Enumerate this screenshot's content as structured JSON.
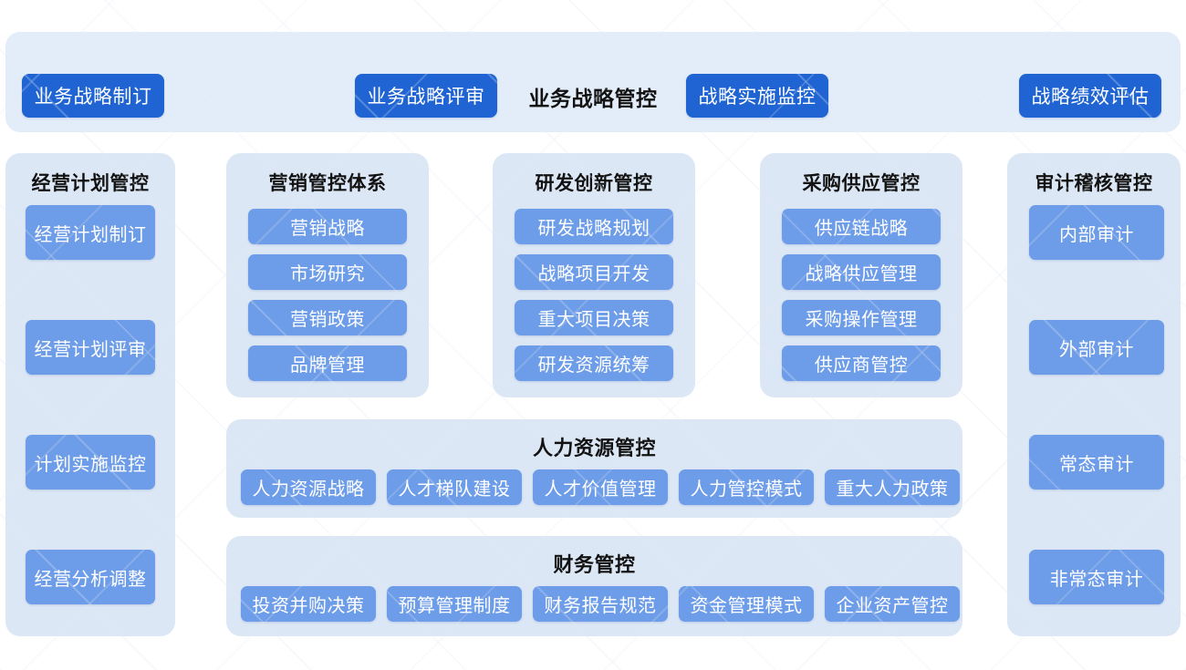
{
  "diagram": {
    "type": "hierarchy-matrix",
    "banner": {
      "title": "业务战略管控",
      "items": [
        {
          "label": "业务战略制订"
        },
        {
          "label": "业务战略评审"
        },
        {
          "label": "战略实施监控"
        },
        {
          "label": "战略绩效评估"
        }
      ]
    },
    "columns": [
      {
        "id": "plan",
        "title": "经营计划管控",
        "items": [
          {
            "label": "经营计划制订"
          },
          {
            "label": "经营计划评审"
          },
          {
            "label": "计划实施监控"
          },
          {
            "label": "经营分析调整"
          }
        ]
      },
      {
        "id": "marketing",
        "title": "营销管控体系",
        "items": [
          {
            "label": "营销战略"
          },
          {
            "label": "市场研究"
          },
          {
            "label": "营销政策"
          },
          {
            "label": "品牌管理"
          }
        ]
      },
      {
        "id": "rd",
        "title": "研发创新管控",
        "items": [
          {
            "label": "研发战略规划"
          },
          {
            "label": "战略项目开发"
          },
          {
            "label": "重大项目决策"
          },
          {
            "label": "研发资源统筹"
          }
        ]
      },
      {
        "id": "procurement",
        "title": "采购供应管控",
        "items": [
          {
            "label": "供应链战略"
          },
          {
            "label": "战略供应管理"
          },
          {
            "label": "采购操作管理"
          },
          {
            "label": "供应商管控"
          }
        ]
      },
      {
        "id": "audit",
        "title": "审计稽核管控",
        "items": [
          {
            "label": "内部审计"
          },
          {
            "label": "外部审计"
          },
          {
            "label": "常态审计"
          },
          {
            "label": "非常态审计"
          }
        ]
      }
    ],
    "sections": [
      {
        "id": "hr",
        "title": "人力资源管控",
        "items": [
          {
            "label": "人力资源战略"
          },
          {
            "label": "人才梯队建设"
          },
          {
            "label": "人才价值管理"
          },
          {
            "label": "人力管控模式"
          },
          {
            "label": "重大人力政策"
          }
        ]
      },
      {
        "id": "finance",
        "title": "财务管控",
        "items": [
          {
            "label": "投资并购决策"
          },
          {
            "label": "预算管理制度"
          },
          {
            "label": "财务报告规范"
          },
          {
            "label": "资金管理模式"
          },
          {
            "label": "企业资产管控"
          }
        ]
      }
    ],
    "colors": {
      "banner_bg": "#e3ecf9",
      "panel_bg": "#dce7f5",
      "primary_button": "#1f64d2",
      "soft_button": "#6d9ce8",
      "title_text": "#121212",
      "button_text": "#ffffff",
      "page_bg": "#ffffff"
    }
  }
}
